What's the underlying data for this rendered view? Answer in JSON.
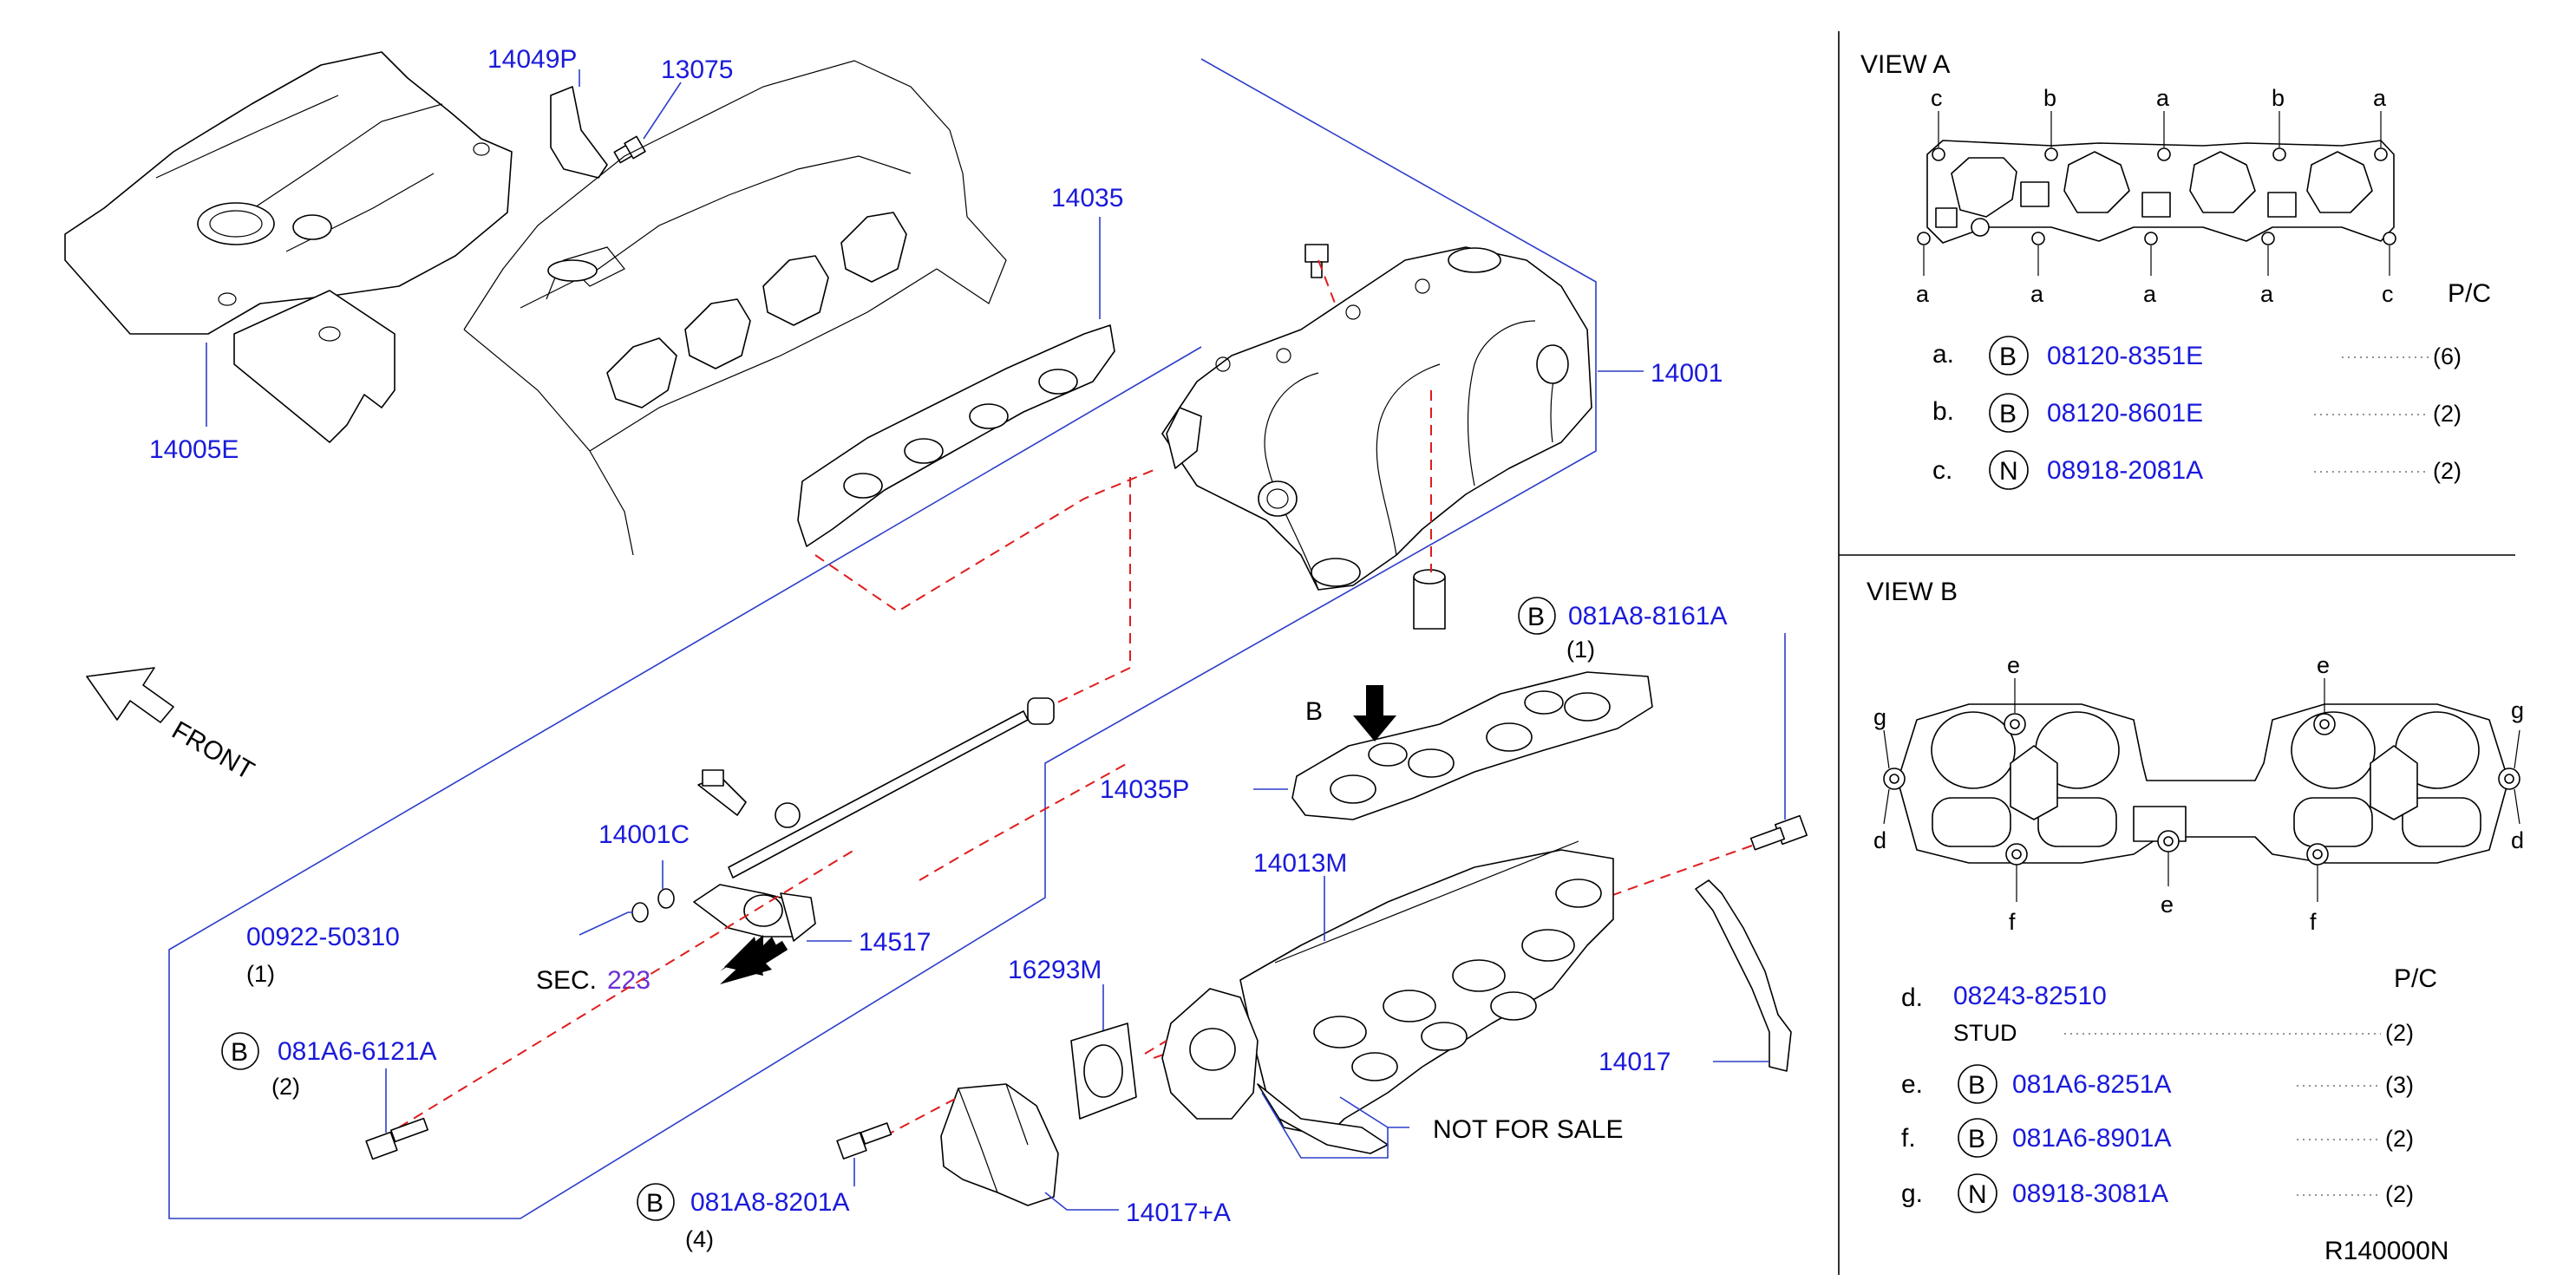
{
  "labels": {
    "p14049P": "14049P",
    "p13075": "13075",
    "p14035": "14035",
    "p14005E": "14005E",
    "p14001": "14001",
    "front": "FRONT",
    "p081A8_8161A": "081A8-8161A",
    "qty_8161A": "(1)",
    "view_b_arrow": "B",
    "p14035P": "14035P",
    "p14001C": "14001C",
    "p00922_50310": "00922-50310",
    "qty_00922": "(1)",
    "p14517": "14517",
    "sec_prefix": "SEC.",
    "sec_num": "223",
    "p081A6_6121A": "081A6-6121A",
    "qty_6121A": "(2)",
    "p14013M": "14013M",
    "p16293M": "16293M",
    "p14017": "14017",
    "not_for_sale": "NOT  FOR  SALE",
    "p081A8_8201A": "081A8-8201A",
    "qty_8201A": "(4)",
    "p14017A": "14017+A",
    "circle_B": "B"
  },
  "view_a": {
    "title": "VIEW  A",
    "pc": "P/C",
    "top_letters": [
      "c",
      "b",
      "a",
      "b",
      "a"
    ],
    "bottom_letters": [
      "a",
      "a",
      "a",
      "a",
      "c"
    ],
    "rows": [
      {
        "letter": "a.",
        "circle": "B",
        "part": "08120-8351E",
        "qty": "(6)"
      },
      {
        "letter": "b.",
        "circle": "B",
        "part": "08120-8601E",
        "qty": "(2)"
      },
      {
        "letter": "c.",
        "circle": "N",
        "part": "08918-2081A",
        "qty": "(2)"
      }
    ]
  },
  "view_b": {
    "title": "VIEW  B",
    "pc": "P/C",
    "letters": {
      "e": "e",
      "g": "g",
      "d": "d",
      "f": "f"
    },
    "rows": [
      {
        "letter": "d.",
        "part": "08243-82510",
        "sub": "STUD",
        "qty": "(2)"
      },
      {
        "letter": "e.",
        "circle": "B",
        "part": "081A6-8251A",
        "qty": "(3)"
      },
      {
        "letter": "f.",
        "circle": "B",
        "part": "081A6-8901A",
        "qty": "(2)"
      },
      {
        "letter": "g.",
        "circle": "N",
        "part": "08918-3081A",
        "qty": "(2)"
      }
    ]
  },
  "footer_code": "R140000N",
  "colors": {
    "part_number": "#1a1adb",
    "leader": "#2c3ec9",
    "dashed": "#e01c1c",
    "text": "#000000"
  }
}
